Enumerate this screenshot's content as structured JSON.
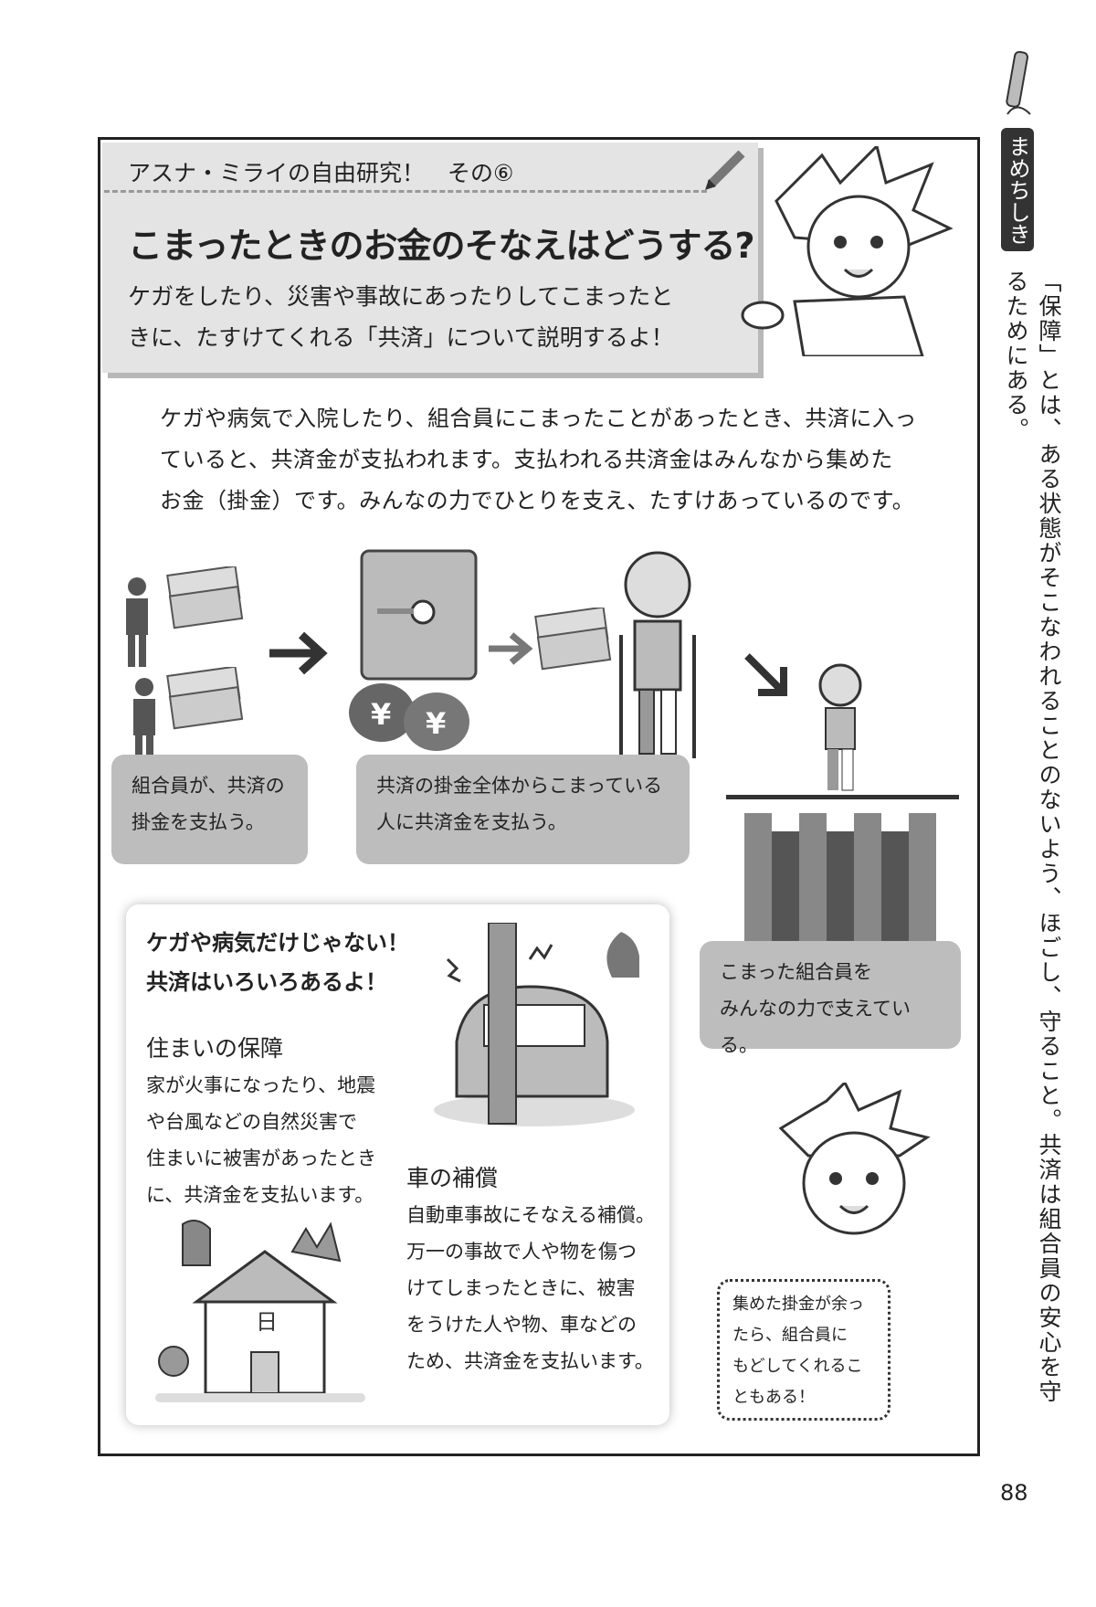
{
  "header": {
    "series": "アスナ・ミライの自由研究！　その⑥",
    "title": "こまったときのお金のそなえはどうする?",
    "subtitle_lines": [
      "ケガをしたり、災害や事故にあったりしてこまったと",
      "きに、たすけてくれる「共済」について説明するよ！"
    ]
  },
  "intro": [
    "ケガや病気で入院したり、組合員にこまったことがあったとき、共済に入っ",
    "ていると、共済金が支払われます。支払われる共済金はみんなから集めた",
    "お金（掛金）です。みんなの力でひとりを支え、たすけあっているのです。"
  ],
  "diagram": {
    "yen_symbol": "¥",
    "captions": [
      [
        "組合員が、共済の",
        "掛金を支払う。"
      ],
      [
        "共済の掛金全体からこまっている",
        "人に共済金を支払う。"
      ],
      [
        "こまった組合員を",
        "みんなの力で支えている。"
      ]
    ]
  },
  "panel": {
    "heading": [
      "ケガや病気だけじゃない！",
      "共済はいろいろあるよ！"
    ],
    "housing": {
      "title": "住まいの保障",
      "lines": [
        "家が火事になったり、地震",
        "や台風などの自然災害で",
        "住まいに被害があったとき",
        "に、共済金を支払います。"
      ],
      "house_sign": "日"
    },
    "car": {
      "title": "車の補償",
      "lines": [
        "自動車事故にそなえる補償。",
        "万一の事故で人や物を傷つ",
        "けてしまったときに、被害",
        "をうけた人や物、車などの",
        "ため、共済金を支払います。"
      ]
    }
  },
  "bubble": [
    "集めた掛金が余っ",
    "たら、組合員に",
    "もどしてくれるこ",
    "ともある！"
  ],
  "sidebar": {
    "label": "まめちしき",
    "text": "「保障」とは、ある状態がそこなわれることのないよう、ほごし、守ること。共済は組合員の安心を守るためにある。"
  },
  "page_number": "88",
  "colors": {
    "header_bg": "#e4e4e4",
    "caption_bg": "#bdbdbd",
    "ink": "#222222"
  }
}
